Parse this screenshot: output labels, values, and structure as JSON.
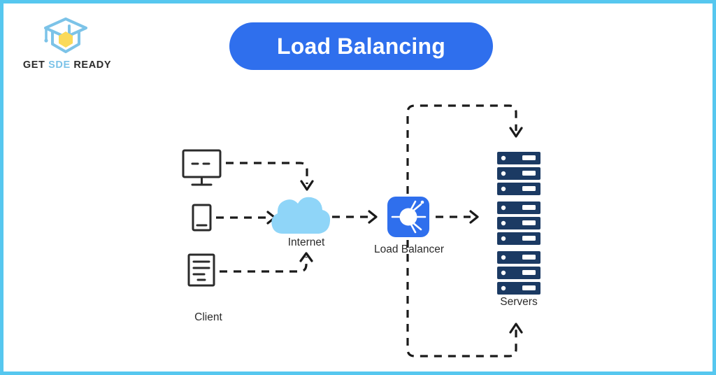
{
  "page": {
    "border_color": "#56c7ef",
    "background": "#ffffff"
  },
  "brand": {
    "logo_icon": "graduation-cap-icon",
    "name_part1": "GET ",
    "name_part2": "SDE",
    "name_part3": " READY",
    "cap_color": "#7cc3e8",
    "hex_color": "#fada5a",
    "text_color": "#2b2b2b"
  },
  "title": {
    "text": "Load Balancing",
    "background": "#2f6fed",
    "text_color": "#ffffff"
  },
  "diagram": {
    "type": "load-balancing-architecture",
    "nodes": [
      {
        "id": "client-desktop",
        "icon": "desktop-monitor-icon",
        "group": "Client"
      },
      {
        "id": "client-mobile",
        "icon": "mobile-phone-icon",
        "group": "Client"
      },
      {
        "id": "client-document",
        "icon": "document-icon",
        "group": "Client"
      },
      {
        "id": "internet",
        "icon": "cloud-icon",
        "label": "Internet",
        "color": "#8fd5f8"
      },
      {
        "id": "load-balancer",
        "icon": "load-balancer-node-icon",
        "label": "Load Balancer",
        "color": "#2f6fed"
      },
      {
        "id": "server-1",
        "icon": "server-rack-icon",
        "color": "#1b3a63"
      },
      {
        "id": "server-2",
        "icon": "server-rack-icon",
        "color": "#1b3a63"
      },
      {
        "id": "server-3",
        "icon": "server-rack-icon",
        "color": "#1b3a63"
      }
    ],
    "labels": {
      "client": "Client",
      "internet": "Internet",
      "load_balancer": "Load Balancer",
      "servers": "Servers"
    },
    "connections": [
      {
        "from": "client-desktop",
        "to": "internet",
        "style": "dashed",
        "arrow": true
      },
      {
        "from": "client-mobile",
        "to": "internet",
        "style": "dashed",
        "arrow": true
      },
      {
        "from": "client-document",
        "to": "internet",
        "style": "dashed",
        "arrow": true
      },
      {
        "from": "internet",
        "to": "load-balancer",
        "style": "dashed",
        "arrow": true
      },
      {
        "from": "load-balancer",
        "to": "server-2",
        "style": "dashed",
        "arrow": true
      },
      {
        "from": "load-balancer",
        "to": "server-1",
        "style": "dashed",
        "arrow": true,
        "route": "top-loop"
      },
      {
        "from": "load-balancer",
        "to": "server-3",
        "style": "dashed",
        "arrow": true,
        "route": "bottom-loop"
      }
    ],
    "line_color": "#1a1a1a"
  }
}
